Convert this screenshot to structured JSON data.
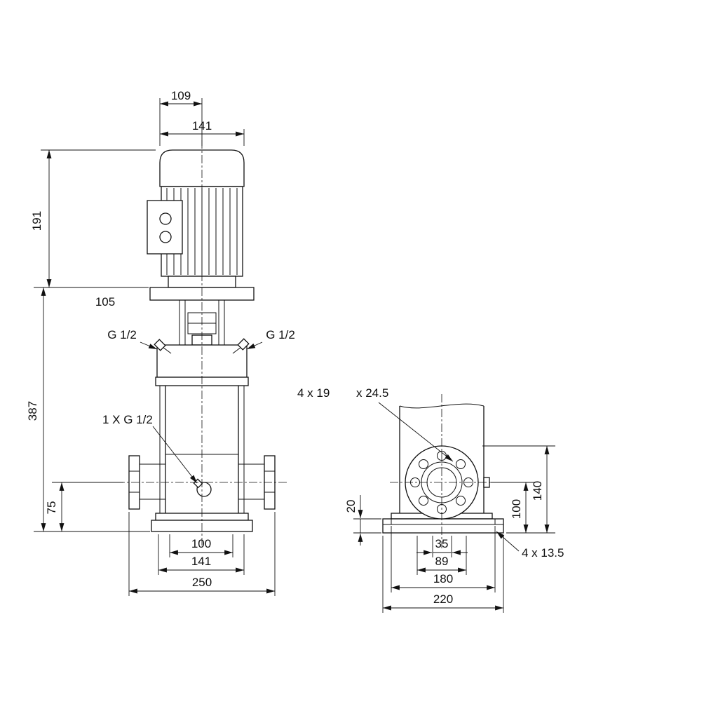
{
  "colors": {
    "line": "#111111",
    "background": "#ffffff"
  },
  "front_view": {
    "dims": {
      "top_width": "109",
      "motor_width": "141",
      "motor_height": "191",
      "stool_dim": "105",
      "port_left": "G 1/2",
      "port_right": "G 1/2",
      "pump_height": "387",
      "drain_port": "1 X G 1/2",
      "port_height": "75",
      "base_width_inner": "100",
      "base_width_mid": "141",
      "base_width_outer": "250"
    }
  },
  "side_view": {
    "dims": {
      "flange_holes": "4 x 19",
      "flange_holes_depth": "x 24.5",
      "base_plate_height": "20",
      "port_center_height": "100",
      "flange_top_height": "140",
      "base_hole_offset": "35",
      "base_hole_spacing": "89",
      "base_length_inner": "180",
      "base_length_outer": "220",
      "base_holes": "4 x 13.5"
    }
  }
}
